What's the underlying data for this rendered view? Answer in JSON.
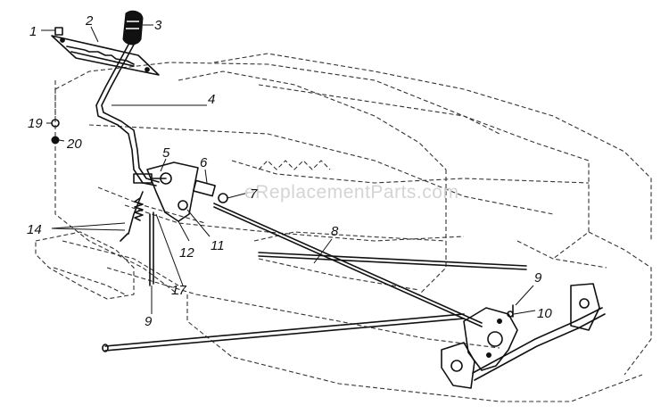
{
  "watermark": "eReplacementParts.com",
  "callouts": {
    "c1": "1",
    "c2": "2",
    "c3": "3",
    "c4": "4",
    "c5": "5",
    "c6": "6",
    "c7": "7",
    "c8": "8",
    "c9a": "9",
    "c9b": "9",
    "c10": "10",
    "c11": "11",
    "c12": "12",
    "c14": "14",
    "c17": "17",
    "c19": "19",
    "c20": "20"
  }
}
